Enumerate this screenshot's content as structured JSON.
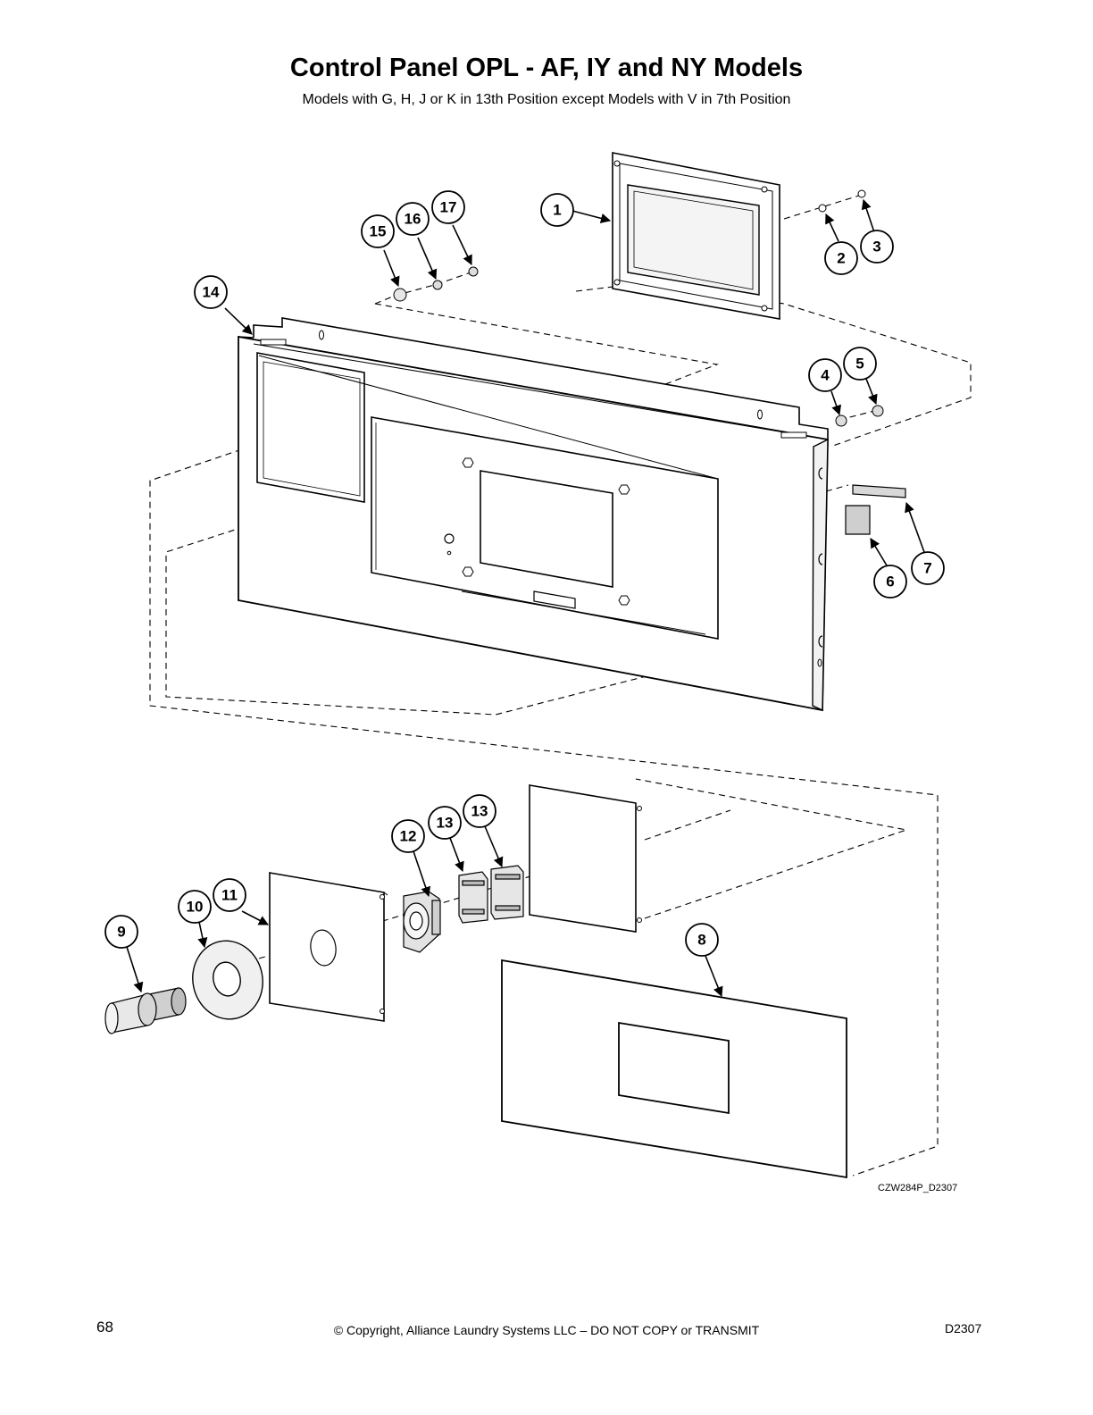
{
  "header": {
    "title": "Control Panel OPL - AF, IY and NY Models",
    "subtitle": "Models with G, H, J or K in 13th Position except Models with V in 7th Position"
  },
  "diagram": {
    "callouts": [
      "1",
      "2",
      "3",
      "4",
      "5",
      "6",
      "7",
      "8",
      "9",
      "10",
      "11",
      "12",
      "13",
      "13",
      "14",
      "15",
      "16",
      "17"
    ],
    "drawing_code": "CZW284P_D2307"
  },
  "footer": {
    "page_number": "68",
    "copyright": "© Copyright, Alliance Laundry Systems LLC – DO NOT COPY or TRANSMIT",
    "doc_code": "D2307"
  }
}
